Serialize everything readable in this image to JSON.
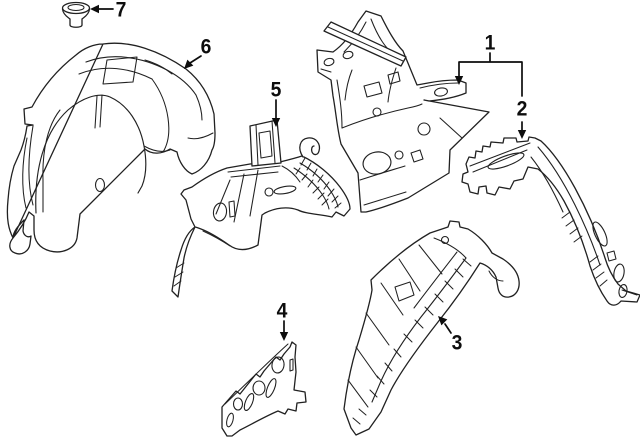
{
  "diagram": {
    "background_color": "#ffffff",
    "line_color": "#212121",
    "callouts": [
      {
        "label": "1"
      },
      {
        "label": "2"
      },
      {
        "label": "3"
      },
      {
        "label": "4"
      },
      {
        "label": "5"
      },
      {
        "label": "6"
      },
      {
        "label": "7"
      }
    ]
  }
}
